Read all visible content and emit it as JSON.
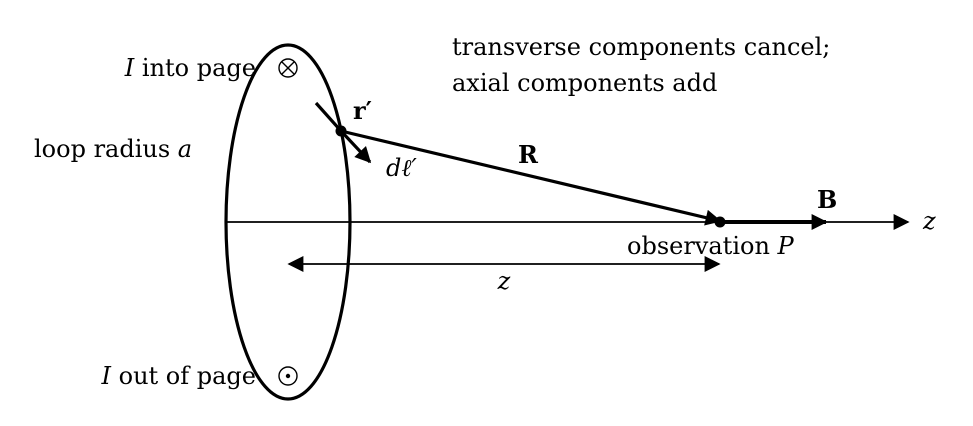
{
  "labels": {
    "current_in_prefix": "I",
    "current_in_suffix": " into page",
    "current_out_prefix": "I",
    "current_out_suffix": " out of page",
    "loop_radius_prefix": "loop radius ",
    "loop_radius_var": "a",
    "note_line1": "transverse components cancel;",
    "note_line2": "axial components add",
    "r_prime": "r′",
    "dl_prime": "dℓ′",
    "R": "R",
    "B": "B",
    "z_axis": "z",
    "z_distance": "z",
    "observation_prefix": "observation ",
    "observation_var": "P"
  },
  "symbols": {
    "into_page": "circle-cross-icon",
    "out_of_page": "circle-dot-icon"
  },
  "colors": {
    "ink": "#000000",
    "background": "#ffffff"
  }
}
